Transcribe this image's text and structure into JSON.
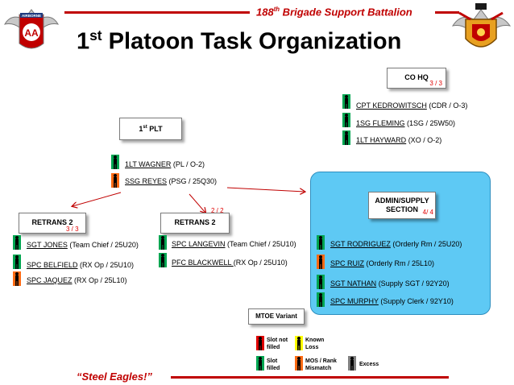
{
  "header": {
    "battalion_prefix": "188",
    "battalion_suffix": "th",
    "battalion_rest": " Brigade Support Battalion",
    "title_prefix": "1",
    "title_suffix": "st",
    "title_rest": " Platoon Task Organization",
    "left_logo_text": "AIRBORNE",
    "left_logo_letters": "AA"
  },
  "colors": {
    "filled": "#00a651",
    "not_filled": "#e00000",
    "known_loss": "#ffff00",
    "mismatch": "#ff6a13",
    "excess": "#7f7f7f",
    "accent": "#c00000",
    "admin_bg": "#5ec9f4"
  },
  "co_hq": {
    "title": "CO HQ",
    "count": "3 / 3",
    "members": [
      {
        "name": "CPT KEDROWITSCH",
        "role": " (CDR / O-3)",
        "status": "filled"
      },
      {
        "name": "1SG FLEMING",
        "role": " (1SG / 25W50)",
        "status": "filled"
      },
      {
        "name": "1LT HAYWARD",
        "role": " (XO / O-2)",
        "status": "filled"
      }
    ]
  },
  "plt": {
    "title_prefix": "1",
    "title_suffix": "st",
    "title_rest": " PLT",
    "members": [
      {
        "name": "1LT WAGNER",
        "role": " (PL / O-2)",
        "status": "filled"
      },
      {
        "name": "SSG REYES",
        "role": " (PSG / 25Q30)",
        "status": "mismatch"
      }
    ]
  },
  "retrans_1": {
    "title": "RETRANS 2",
    "count": "3 / 3",
    "members": [
      {
        "name": "SGT JONES",
        "role": " (Team Chief / 25U20)",
        "status": "filled"
      },
      {
        "name": "SPC BELFIELD",
        "role": " (RX Op / 25U10)",
        "status": "filled"
      },
      {
        "name": "SPC JAQUEZ",
        "role": " (RX Op / 25L10)",
        "status": "mismatch"
      }
    ]
  },
  "retrans_2": {
    "title": "RETRANS 2",
    "count": "2 / 2",
    "members": [
      {
        "name": "SPC LANGEVIN",
        "role": " (Team Chief / 25U10)",
        "status": "filled"
      },
      {
        "name": "PFC BLACKWELL ",
        "role": "(RX Op / 25U10)",
        "status": "filled"
      }
    ]
  },
  "admin": {
    "title_line1": "ADMIN/SUPPLY",
    "title_line2": "SECTION",
    "count": "4/ 4",
    "members": [
      {
        "name": "SGT RODRIGUEZ",
        "role": " (Orderly Rm / 25U20)",
        "status": "filled"
      },
      {
        "name": "SPC RUIZ",
        "role": " (Orderly Rm / 25L10)",
        "status": "mismatch"
      },
      {
        "name": "SGT NATHAN",
        "role": " (Supply SGT / 92Y20)",
        "status": "filled"
      },
      {
        "name": "SPC MURPHY",
        "role": " (Supply Clerk / 92Y10)",
        "status": "filled"
      }
    ]
  },
  "legend": {
    "title": "MTOE Variant",
    "not_filled_1": "Slot not",
    "not_filled_2": "filled",
    "known_loss_1": "Known",
    "known_loss_2": "Loss",
    "filled_1": "Slot",
    "filled_2": "filled",
    "mismatch_1": "MOS / Rank",
    "mismatch_2": "Mismatch",
    "excess": "Excess"
  },
  "footer": {
    "motto": "“Steel Eagles!”"
  }
}
